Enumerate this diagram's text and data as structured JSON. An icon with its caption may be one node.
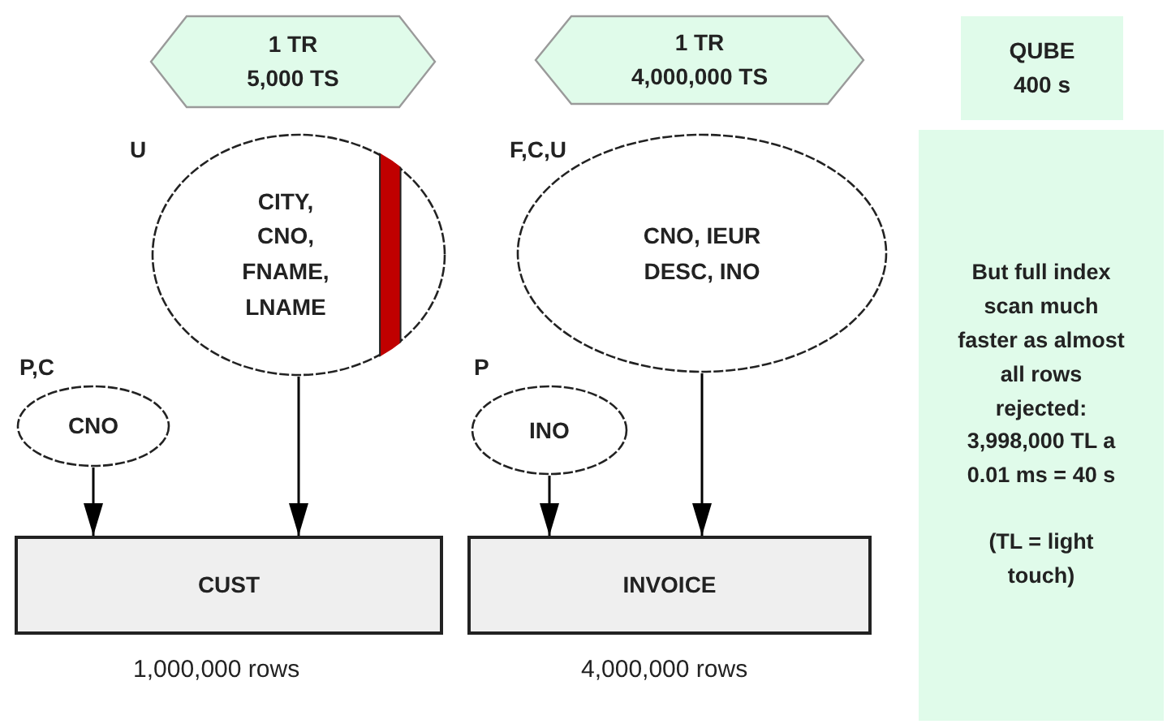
{
  "diagram": {
    "nodes": [
      {
        "text": [
          "1 TR",
          "5,000 TS"
        ]
      },
      {
        "text": [
          "1 TR",
          "4,000,000 TS"
        ]
      },
      {
        "text": [
          "QUBE",
          "400 s"
        ]
      },
      {
        "text": [
          "CITY, CNO, FNAME, LNAME"
        ],
        "beside": [
          "U"
        ]
      },
      {
        "text": [
          "CNO, IEUR DESC, INO"
        ],
        "beside": [
          "F,C,U"
        ]
      },
      {
        "text": [
          "But full index scan much faster as almost all rows rejected: 3,998,000 TL a 0.01 ms = 40 s",
          "(TL = light touch)"
        ]
      },
      {
        "text": [
          "CNO"
        ],
        "beside": [
          "P,C"
        ]
      },
      {
        "text": [
          "INO"
        ],
        "beside": [
          "P"
        ]
      },
      {
        "text": [
          "CUST"
        ],
        "beside": [
          "1,000,000 rows"
        ]
      },
      {
        "text": [
          "INVOICE"
        ],
        "beside": [
          "4,000,000 rows"
        ]
      }
    ],
    "edges": [
      {
        "from": 6,
        "to": 8,
        "arrow": "to"
      },
      {
        "from": 3,
        "to": 8,
        "arrow": "to"
      },
      {
        "from": 7,
        "to": 9,
        "arrow": "to"
      },
      {
        "from": 4,
        "to": 9,
        "arrow": "to"
      }
    ]
  }
}
